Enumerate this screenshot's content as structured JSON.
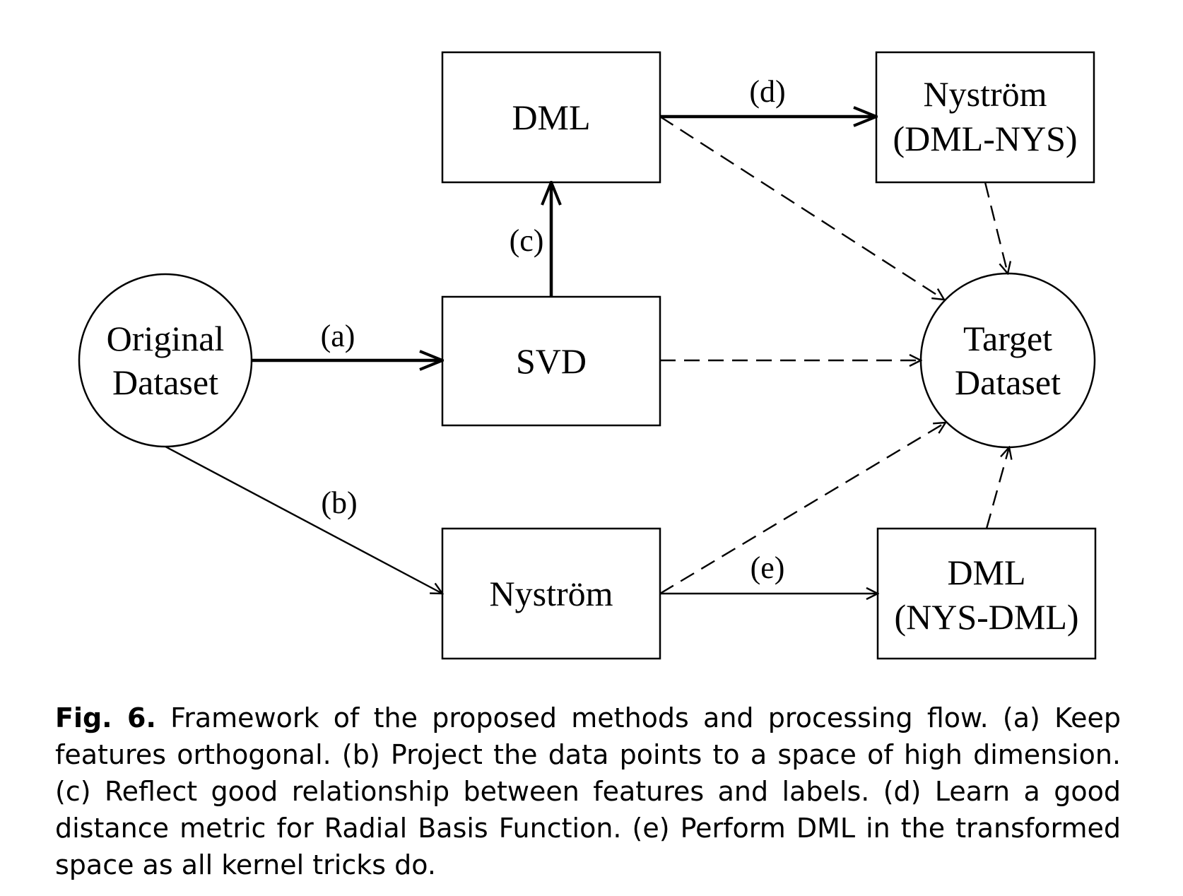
{
  "diagram": {
    "nodes": {
      "original": {
        "shape": "circle",
        "lines": [
          "Original",
          "Dataset"
        ]
      },
      "svd": {
        "shape": "rect",
        "lines": [
          "SVD"
        ]
      },
      "dml_top": {
        "shape": "rect",
        "lines": [
          "DML"
        ]
      },
      "nystrom_top": {
        "shape": "rect",
        "lines": [
          "Nyström",
          "(DML-NYS)"
        ]
      },
      "nystrom_bottom": {
        "shape": "rect",
        "lines": [
          "Nyström"
        ]
      },
      "dml_bottom": {
        "shape": "rect",
        "lines": [
          "DML",
          "(NYS-DML)"
        ]
      },
      "target": {
        "shape": "circle",
        "lines": [
          "Target",
          "Dataset"
        ]
      }
    },
    "edges": [
      {
        "from": "original",
        "to": "svd",
        "label": "(a)",
        "style": "thick"
      },
      {
        "from": "original",
        "to": "nystrom_bottom",
        "label": "(b)",
        "style": "thin"
      },
      {
        "from": "svd",
        "to": "dml_top",
        "label": "(c)",
        "style": "thick"
      },
      {
        "from": "dml_top",
        "to": "nystrom_top",
        "label": "(d)",
        "style": "thick"
      },
      {
        "from": "nystrom_bottom",
        "to": "dml_bottom",
        "label": "(e)",
        "style": "thin"
      },
      {
        "from": "dml_top",
        "to": "target",
        "label": "",
        "style": "dashed"
      },
      {
        "from": "nystrom_top",
        "to": "target",
        "label": "",
        "style": "dashed"
      },
      {
        "from": "svd",
        "to": "target",
        "label": "",
        "style": "dashed"
      },
      {
        "from": "nystrom_bottom",
        "to": "target",
        "label": "",
        "style": "dashed"
      },
      {
        "from": "dml_bottom",
        "to": "target",
        "label": "",
        "style": "dashed"
      }
    ]
  },
  "caption": {
    "label": "Fig. 6.",
    "text": "Framework of the proposed methods and processing flow. (a) Keep features orthogonal. (b) Project the data points to a space of high dimension. (c) Reflect good relationship between features and labels. (d) Learn a good distance metric for Radial Basis Function. (e) Perform DML in the transformed space as all kernel tricks do."
  }
}
